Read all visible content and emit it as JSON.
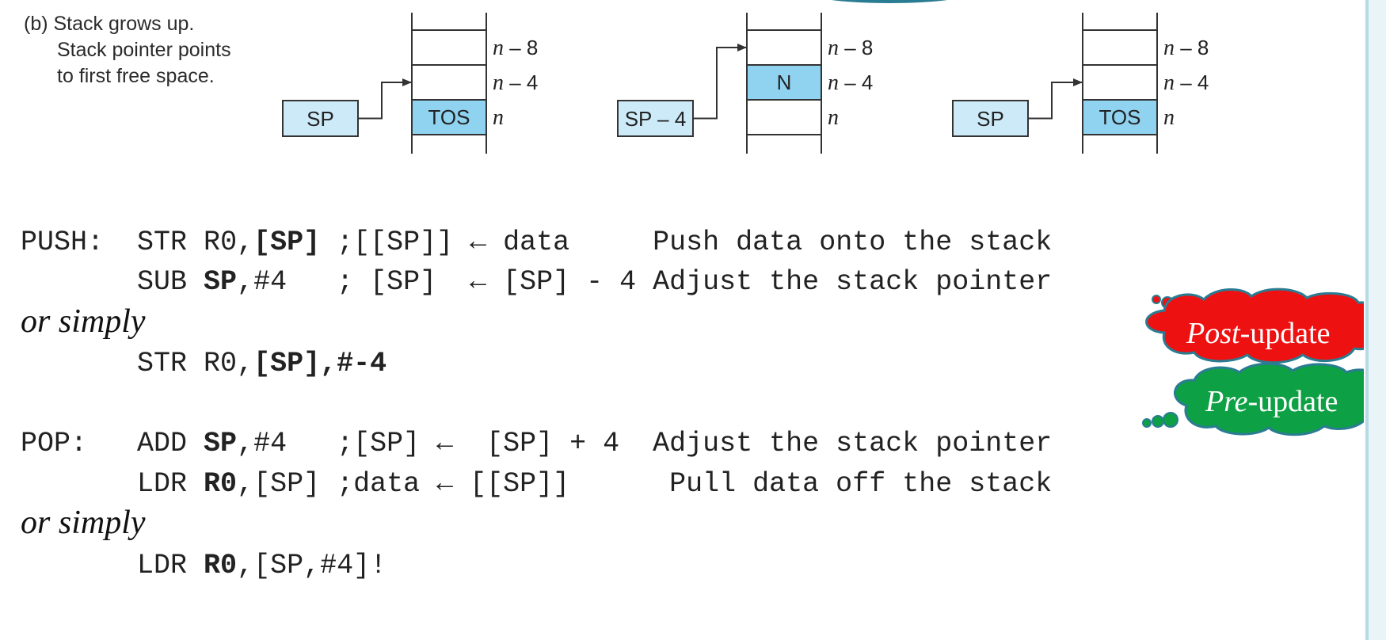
{
  "caption": {
    "lines": [
      "(b) Stack grows up.",
      "Stack pointer points",
      "to first free space."
    ]
  },
  "diagrams": [
    {
      "pointer_label": "SP",
      "cells": [
        {
          "label": "",
          "addr": "n – 8",
          "filled": false
        },
        {
          "label": "",
          "addr": "n – 4",
          "filled": false
        },
        {
          "label": "TOS",
          "addr": "n",
          "filled": true
        }
      ],
      "points_to": "n – 4"
    },
    {
      "pointer_label": "SP – 4",
      "cells": [
        {
          "label": "",
          "addr": "n – 8",
          "filled": false
        },
        {
          "label": "N",
          "addr": "n – 4",
          "filled": true
        },
        {
          "label": "",
          "addr": "n",
          "filled": false
        }
      ],
      "points_to": "n – 8"
    },
    {
      "pointer_label": "SP",
      "cells": [
        {
          "label": "",
          "addr": "n – 8",
          "filled": false
        },
        {
          "label": "",
          "addr": "n – 4",
          "filled": false
        },
        {
          "label": "TOS",
          "addr": "n",
          "filled": true
        }
      ],
      "points_to": "n – 4"
    }
  ],
  "code": {
    "push_label": "PUSH:",
    "push_line1": {
      "op": "STR R0,",
      "arg": "[SP]",
      "comment": " ;[[SP]] ← data     Push data onto the stack"
    },
    "push_line2": {
      "op": "SUB ",
      "arg": "SP",
      "rest": ",#4   ; [SP]  ← [SP] - 4 Adjust the stack pointer"
    },
    "or_simply_1": "or simply",
    "push_simple": {
      "op": "STR R0,",
      "arg": "[SP],#-4"
    },
    "pop_label": "POP:",
    "pop_line1": {
      "op": "ADD ",
      "arg": "SP",
      "rest": ",#4   ;[SP] ←  [SP] + 4  Adjust the stack pointer"
    },
    "pop_line2": {
      "op": "LDR ",
      "arg": "R0",
      "rest": ",[SP] ;data ← [[SP]]      Pull data off the stack"
    },
    "or_simply_2": "or simply",
    "pop_simple": {
      "op": "LDR ",
      "arg": "R0",
      "rest": ",[SP,#4]!"
    }
  },
  "callouts": [
    {
      "italic": "Post",
      "rest": "-update",
      "color": "#ee1111"
    },
    {
      "italic": "Pre",
      "rest": "-update",
      "color": "#0ea044"
    }
  ],
  "colors": {
    "cell_fill": "#8fd3f0",
    "pointer_fill": "#cdeaf8",
    "stroke": "#333333"
  }
}
